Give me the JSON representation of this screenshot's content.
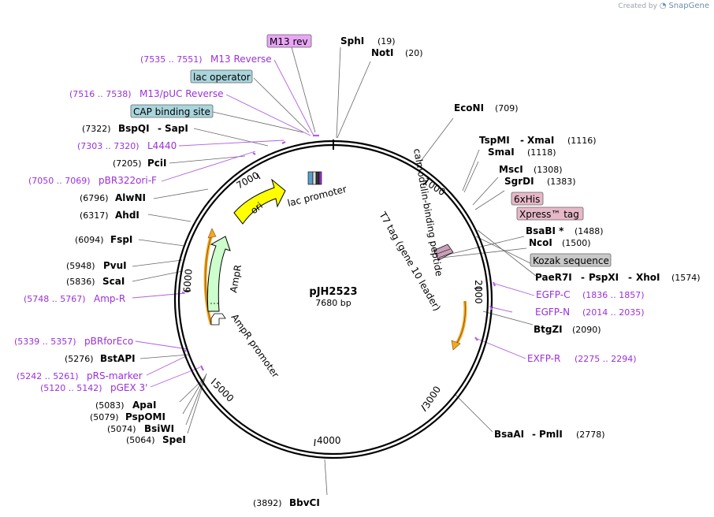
{
  "credit": {
    "prefix": "Created by",
    "brand": "SnapGene"
  },
  "plasmid": {
    "name": "pJH2523",
    "length_label": "7680 bp",
    "length": 7680
  },
  "ruler": [
    {
      "bp": 1000,
      "label": "1000"
    },
    {
      "bp": 2000,
      "label": "2000"
    },
    {
      "bp": 3000,
      "label": "3000"
    },
    {
      "bp": 4000,
      "label": "4000"
    },
    {
      "bp": 5000,
      "label": "5000"
    },
    {
      "bp": 6000,
      "label": "6000"
    },
    {
      "bp": 7000,
      "label": "7000"
    }
  ],
  "enzymes": [
    {
      "name": "SphI",
      "pos": "(19)",
      "bp": 19
    },
    {
      "name": "NotI",
      "pos": "(20)",
      "bp": 20
    },
    {
      "name": "EcoNI",
      "pos": "(709)",
      "bp": 709
    },
    {
      "name": "TspMI",
      "name2": "XmaI",
      "pos": "(1116)",
      "bp": 1116
    },
    {
      "name": "SmaI",
      "pos": "(1118)",
      "bp": 1118
    },
    {
      "name": "MscI",
      "pos": "(1308)",
      "bp": 1308
    },
    {
      "name": "SgrDI",
      "pos": "(1383)",
      "bp": 1383
    },
    {
      "name": "BsaBI *",
      "pos": "(1488)",
      "bp": 1488
    },
    {
      "name": "NcoI",
      "pos": "(1500)",
      "bp": 1500
    },
    {
      "name": "PaeR7I",
      "name2": "PspXI",
      "name3": "XhoI",
      "pos": "(1574)",
      "bp": 1574
    },
    {
      "name": "BtgZI",
      "pos": "(2090)",
      "bp": 2090
    },
    {
      "name": "BsaAI",
      "name2": "PmlI",
      "pos": "(2778)",
      "bp": 2778
    },
    {
      "name": "BbvCI",
      "pos": "(3892)",
      "bp": 3892
    },
    {
      "name": "SpeI",
      "pos": "(5064)",
      "bp": 5064
    },
    {
      "name": "BsiWI",
      "pos": "(5074)",
      "bp": 5074
    },
    {
      "name": "PspOMI",
      "pos": "(5079)",
      "bp": 5079
    },
    {
      "name": "ApaI",
      "pos": "(5083)",
      "bp": 5083
    },
    {
      "name": "BstAPI",
      "pos": "(5276)",
      "bp": 5276
    },
    {
      "name": "ScaI",
      "pos": "(5836)",
      "bp": 5836
    },
    {
      "name": "PvuI",
      "pos": "(5948)",
      "bp": 5948
    },
    {
      "name": "FspI",
      "pos": "(6094)",
      "bp": 6094
    },
    {
      "name": "AhdI",
      "pos": "(6317)",
      "bp": 6317
    },
    {
      "name": "AlwNI",
      "pos": "(6796)",
      "bp": 6796
    },
    {
      "name": "PciI",
      "pos": "(7205)",
      "bp": 7205
    },
    {
      "name": "BspQI",
      "name2": "SapI",
      "pos": "(7322)",
      "bp": 7322
    }
  ],
  "primers": [
    {
      "name": "M13 Reverse",
      "range": "(7535 .. 7551)"
    },
    {
      "name": "M13/pUC Reverse",
      "range": "(7516 .. 7538)"
    },
    {
      "name": "L4440",
      "range": "(7303 .. 7320)"
    },
    {
      "name": "pBR322ori-F",
      "range": "(7050 .. 7069)"
    },
    {
      "name": "Amp-R",
      "range": "(5748 .. 5767)"
    },
    {
      "name": "pBRforEco",
      "range": "(5339 .. 5357)"
    },
    {
      "name": "pRS-marker",
      "range": "(5242 .. 5261)"
    },
    {
      "name": "pGEX 3'",
      "range": "(5120 .. 5142)"
    },
    {
      "name": "EGFP-C",
      "range": "(1836 .. 1857)"
    },
    {
      "name": "EGFP-N",
      "range": "(2014 .. 2035)"
    },
    {
      "name": "EXFP-R",
      "range": "(2275 .. 2294)"
    }
  ],
  "boxed_features": [
    {
      "name": "M13 rev",
      "style": "primer"
    },
    {
      "name": "lac operator",
      "style": "protein"
    },
    {
      "name": "CAP binding site",
      "style": "protein"
    },
    {
      "name": "6xHis",
      "style": "tag"
    },
    {
      "name": "Xpress™ tag",
      "style": "tag"
    },
    {
      "name": "Kozak sequence",
      "style": "misc"
    }
  ],
  "features": [
    {
      "name": "ori"
    },
    {
      "name": "AmpR"
    },
    {
      "name": "AmpR promoter"
    },
    {
      "name": "lac promoter"
    },
    {
      "name": "T7 tag (gene 10 leader)"
    },
    {
      "name": "calmodulin-binding peptide"
    }
  ],
  "colors": {
    "backbone": "#000000",
    "primer_text": "#9b30d9",
    "ori_fill": "#ffff00",
    "ampr_fill": "#ccffcc",
    "cds_orange": "#f5a623",
    "primer_box": "#e8a6f5",
    "protein_box": "#a9d5dc",
    "tag_box": "#e6b8c8",
    "misc_box": "#c8c8c8"
  }
}
